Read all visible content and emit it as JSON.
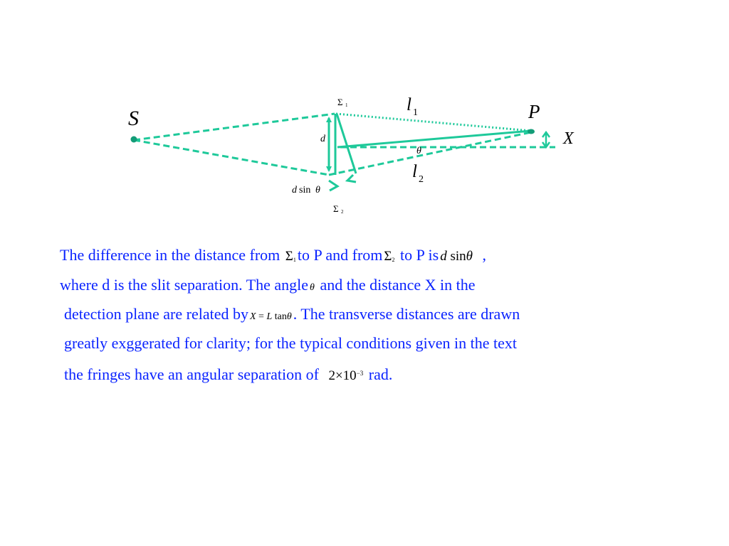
{
  "colors": {
    "accent": "#1ec99a",
    "text": "#0b24ff",
    "math": "#000000",
    "background": "#ffffff"
  },
  "diagram": {
    "source_label": "S",
    "point_label": "P",
    "slit1_label": "Σ",
    "slit1_sub": "1",
    "slit2_label": "Σ",
    "slit2_sub": "2",
    "path1_label": "l",
    "path1_sub": "1",
    "path2_label": "l",
    "path2_sub": "2",
    "separation_label": "d",
    "path_diff_label_d": "d",
    "path_diff_label_sin": "sin",
    "path_diff_label_theta": "θ",
    "angle_label": "θ",
    "distance_label": "X"
  },
  "caption": {
    "line1_a": "The difference in the distance from",
    "line1_b": "to  P and from",
    "line1_c": "to P is",
    "line1_d": ",",
    "line2_a": "where d is the slit separation. The angle",
    "line2_b": "and the distance X in the",
    "line3_a": "detection plane are related by",
    "line3_b": ". The transverse distances  are drawn",
    "line4": "greatly exggerated for clarity; for the typical conditions given in the text",
    "line5_a": "the fringes have an angular separation of",
    "line5_b": "rad.",
    "math_sigma": "Σ",
    "math_sigma1_sub": "1",
    "math_sigma2_sub": "2",
    "math_dsin_d": "d",
    "math_dsin_sin": "sin",
    "math_theta": "θ",
    "math_eq_x": "X",
    "math_eq_eq": "=",
    "math_eq_l": "L",
    "math_eq_tan": "tan",
    "math_sep_base": "2×10",
    "math_sep_exp": "−3"
  }
}
